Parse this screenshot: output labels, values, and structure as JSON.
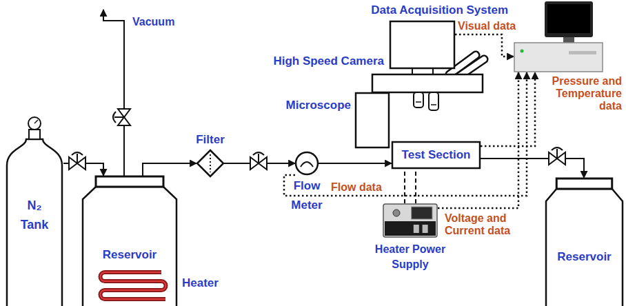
{
  "diagram": {
    "nodes": [
      {
        "text": [
          "N₂ Tank"
        ]
      },
      {
        "text": [
          "Reservoir"
        ]
      },
      {
        "text": [
          "Filter"
        ]
      },
      {
        "text": [
          "Flow Meter"
        ]
      },
      {
        "text": [
          "Test Section"
        ]
      },
      {
        "text": [
          "Reservoir"
        ]
      },
      {
        "text": [
          "High Speed Camera"
        ]
      },
      {
        "text": [
          "Microscope"
        ]
      },
      {
        "text": [
          "Heater Power Supply"
        ]
      },
      {
        "text": [
          "Data Acquisition System"
        ]
      }
    ],
    "edges": [
      {
        "from": 0,
        "to": 1,
        "arrow": "to"
      },
      {
        "from": 1,
        "to": 2,
        "arrow": "to"
      },
      {
        "from": 2,
        "to": 3,
        "arrow": "to"
      },
      {
        "from": 3,
        "to": 4,
        "arrow": "to"
      },
      {
        "from": 4,
        "to": 5,
        "arrow": "to"
      },
      {
        "from": 6,
        "to": 9,
        "label": "Visual data",
        "arrow": "to"
      },
      {
        "from": 4,
        "to": 9,
        "label": "Pressure and Temperature data",
        "arrow": "to"
      },
      {
        "from": 3,
        "to": 9,
        "label": "Flow data",
        "arrow": "to"
      },
      {
        "from": 8,
        "to": 9,
        "label": "Voltage and Current data",
        "arrow": "to"
      },
      {
        "from": 8,
        "to": 4,
        "arrow": "none"
      }
    ],
    "labels": [
      "Vacuum",
      "Heater"
    ]
  }
}
